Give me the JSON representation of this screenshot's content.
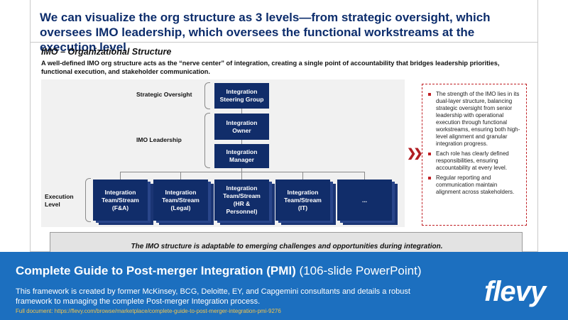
{
  "header": {
    "title": "We can visualize the org structure as 3 levels—from strategic oversight, which oversees IMO leadership, which oversees the functional workstreams at the execution level",
    "subtitle": "IMO – Organizational Structure",
    "description": "A well-defined IMO org structure acts as the “nerve center” of integration, creating a single point of accountability that bridges leadership priorities, functional execution, and stakeholder communication."
  },
  "levels": {
    "strategic": "Strategic Oversight",
    "imo": "IMO Leadership",
    "execution": "Execution\nLevel"
  },
  "nodes": {
    "steering": "Integration\nSteering Group",
    "owner": "Integration\nOwner",
    "manager": "Integration\nManager",
    "streams": [
      "Integration\nTeam/Stream\n(F&A)",
      "Integration\nTeam/Stream\n(Legal)",
      "Integration\nTeam/Stream\n(HR &\nPersonnel)",
      "Integration\nTeam/Stream\n(IT)",
      "..."
    ]
  },
  "sidebar": {
    "items": [
      "The strength of the IMO lies in its dual-layer structure, balancing strategic oversight from senior leadership with operational execution through functional workstreams, ensuring both high-level alignment and granular integration progress.",
      "Each role has clearly defined responsibilities, ensuring accountability at every level.",
      "Regular reporting and communication maintain alignment across stakeholders."
    ]
  },
  "banner": "The IMO structure is adaptable to emerging challenges and opportunities during integration.",
  "footer": {
    "title_bold": "Complete Guide to Post-merger Integration (PMI)",
    "title_light": " (106-slide PowerPoint)",
    "description": "This framework is created by former McKinsey, BCG, Deloitte, EY, and Capgemini consultants and details a robust framework to managing the complete Post-merger Integration process.",
    "link": "Full document: https://flevy.com/browse/marketplace/complete-guide-to-post-merger-integration-pmi-9276",
    "logo": "flevy"
  },
  "colors": {
    "title": "#0d2d6c",
    "box": "#112d6a",
    "accent": "#c02025",
    "footer": "#1c6fbf",
    "link": "#f2c44c"
  }
}
